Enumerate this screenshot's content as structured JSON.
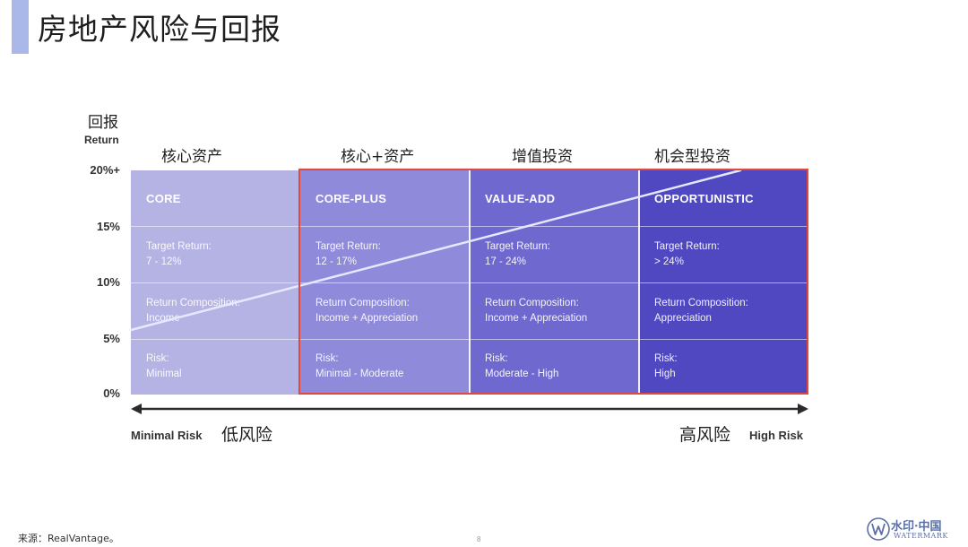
{
  "title": "房地产风险与回报",
  "y_axis": {
    "title_cn": "回报",
    "title_en": "Return",
    "ticks": [
      "20%+",
      "15%",
      "10%",
      "5%",
      "0%"
    ]
  },
  "columns": [
    {
      "header_cn": "核心资产",
      "name": "CORE",
      "target_label": "Target Return:",
      "target_value": "7 - 12%",
      "composition_label": "Return Composition:",
      "composition_value": "Income",
      "risk_label": "Risk:",
      "risk_value": "Minimal",
      "color": "#b5b2e4"
    },
    {
      "header_cn": "核心+资产",
      "name": "CORE-PLUS",
      "target_label": "Target Return:",
      "target_value": "12 - 17%",
      "composition_label": "Return Composition:",
      "composition_value": "Income + Appreciation",
      "risk_label": "Risk:",
      "risk_value": "Minimal - Moderate",
      "color": "#8f8ad9"
    },
    {
      "header_cn": "增值投资",
      "name": "VALUE-ADD",
      "target_label": "Target Return:",
      "target_value": "17 - 24%",
      "composition_label": "Return Composition:",
      "composition_value": "Income + Appreciation",
      "risk_label": "Risk:",
      "risk_value": "Moderate - High",
      "color": "#6f69cf"
    },
    {
      "header_cn": "机会型投资",
      "name": "OPPORTUNISTIC",
      "target_label": "Target Return:",
      "target_value": "> 24%",
      "composition_label": "Return Composition:",
      "composition_value": "Appreciation",
      "risk_label": "Risk:",
      "risk_value": "High",
      "color": "#4f48c1"
    }
  ],
  "risk_axis": {
    "left_en": "Minimal Risk",
    "left_cn": "低风险",
    "right_cn": "高风险",
    "right_en": "High Risk"
  },
  "source": "来源：RealVantage。",
  "page_number": "8",
  "watermark": {
    "cn": "水印·中国",
    "en": "WATERMARK"
  },
  "colors": {
    "accent": "#a9b8e8",
    "highlight_frame": "#e2493d",
    "axis": "#2b2b2b"
  }
}
